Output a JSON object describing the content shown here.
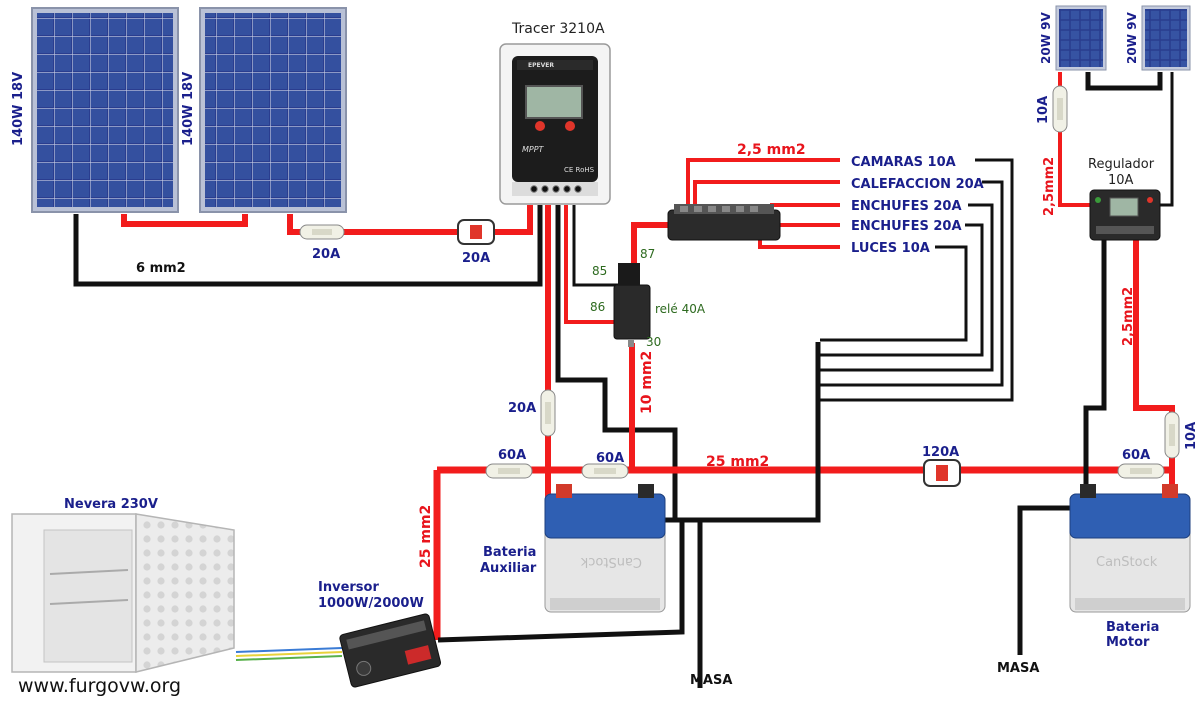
{
  "labels": {
    "panel_left_1": "140W 18V",
    "panel_left_2": "140W 18V",
    "panel_small_1": "20W 9V",
    "panel_small_2": "20W 9V",
    "controller": "Tracer 3210A",
    "wire_6mm": "6 mm2",
    "fuse_20a_1": "20A",
    "fuse_20a_2": "20A",
    "fuse_20a_3": "20A",
    "wire_25mm_dist": "2,5 mm2",
    "relay_85": "85",
    "relay_86": "86",
    "relay_87": "87",
    "relay_30": "30",
    "relay": "relé 40A",
    "wire_10mm": "10 mm2",
    "fuse_60a_1": "60A",
    "fuse_60a_2": "60A",
    "fuse_60a_3": "60A",
    "wire_25mm_main": "25 mm2",
    "fuse_120a": "120A",
    "fuse_10a_top": "10A",
    "fuse_10a_right": "10A",
    "wire_25mm2_top": "2,5mm2",
    "wire_25mm2_right": "2,5mm2",
    "regulator_line1": "Regulador",
    "regulator_line2": "10A",
    "circuits": [
      "CAMARAS 10A",
      "CALEFACCION 20A",
      "ENCHUFES 20A",
      "ENCHUFES 20A",
      "LUCES 10A"
    ],
    "battery_aux_line1": "Bateria",
    "battery_aux_line2": "Auxiliar",
    "battery_motor_line1": "Bateria",
    "battery_motor_line2": "Motor",
    "fridge": "Nevera 230V",
    "inverter_line1": "Inversor",
    "inverter_line2": "1000W/2000W",
    "wire_25mm_inverter": "25 mm2",
    "masa_1": "MASA",
    "masa_2": "MASA",
    "website": "www.furgovw.org",
    "controller_brand": "EPEVER",
    "controller_mppt": "MPPT",
    "controller_ce": "CE RoHS",
    "battery_watermark": "CanStock"
  },
  "colors": {
    "positive": "#f21c1c",
    "negative": "#111111",
    "label_blue": "#1a1f8c",
    "label_red": "#e8141c",
    "relay_green": "#2d6a1f"
  }
}
